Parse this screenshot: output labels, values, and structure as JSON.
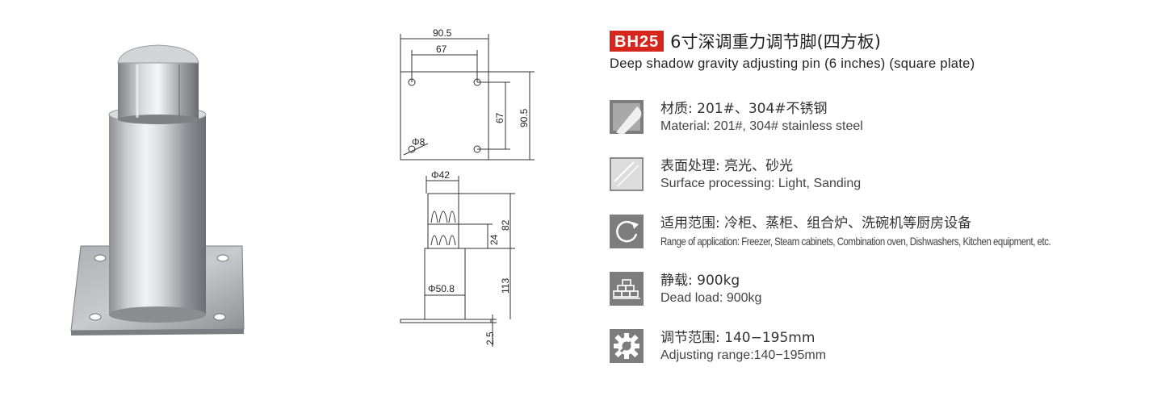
{
  "header": {
    "model": "BH25",
    "title_cn": "6寸深调重力调节脚(四方板)",
    "title_en": "Deep shadow gravity adjusting pin (6 inches) (square plate)"
  },
  "drawing": {
    "plate_width": "90.5",
    "hole_spacing_x": "67",
    "hole_spacing_y": "67",
    "plate_height": "90.5",
    "hole_diameter": "Φ8",
    "cap_diameter": "Φ42",
    "adjust_height": "82",
    "cap_height": "24",
    "body_diameter": "Φ50.8",
    "body_height": "113",
    "plate_thickness": "2.5"
  },
  "specs": [
    {
      "icon": "material-icon",
      "cn": "材质: 201#、304#不锈钢",
      "en": "Material: 201#, 304# stainless steel"
    },
    {
      "icon": "surface-icon",
      "cn": "表面处理: 亮光、砂光",
      "en": "Surface processing: Light, Sanding"
    },
    {
      "icon": "cycle-icon",
      "cn": "适用范围: 冷柜、蒸柜、组合炉、洗碗机等厨房设备",
      "en": "Range of application: Freezer, Steam cabinets, Combination oven, Dishwashers, Kitchen equipment, etc."
    },
    {
      "icon": "load-icon",
      "cn": "静载: 900kg",
      "en": "Dead load: 900kg"
    },
    {
      "icon": "gear-icon",
      "cn": "调节范围: 140−195mm",
      "en": "Adjusting range:140−195mm"
    }
  ],
  "colors": {
    "badge": "#d7261e",
    "icon_bg": "#7d7d7d"
  }
}
